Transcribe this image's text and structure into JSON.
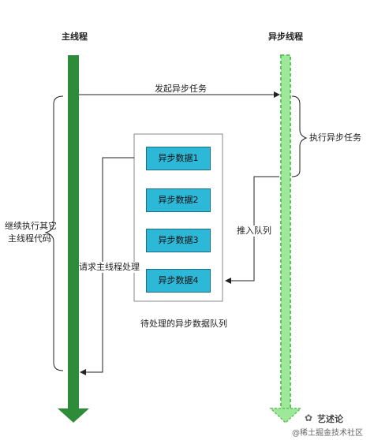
{
  "main_thread": {
    "title": "主线程",
    "color": "#2e8b3a"
  },
  "async_thread": {
    "title": "异步线程",
    "color": "#7dd87a"
  },
  "labels": {
    "start_async_task": "发起异步任务",
    "exec_async_task": "执行异步任务",
    "continue_main": [
      "继续执行其它",
      "主线程代码"
    ],
    "request_main_handle": "请求主线程处理",
    "push_queue": "推入队列",
    "pending_queue": "待处理的异步数据队列"
  },
  "queue": {
    "items": [
      "异步数据1",
      "异步数据2",
      "异步数据3",
      "异步数据4"
    ],
    "color": "#2eb8d8"
  },
  "watermark": {
    "title": "艺述论",
    "subtitle": "@稀土掘金技术社区"
  }
}
